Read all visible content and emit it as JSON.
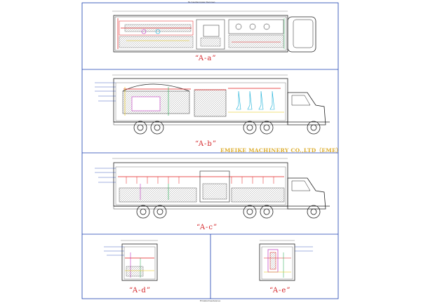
{
  "drawing": {
    "sheet_title": "Fe Cesdisonpaar Deroneo",
    "footer_text": "Emabonhaedvenue",
    "watermark": "EMEIKE MACHINERY CO.,LTD（EME）",
    "views": [
      {
        "id": "a",
        "label": "“A-a”"
      },
      {
        "id": "b",
        "label": "“A-b”"
      },
      {
        "id": "c",
        "label": "“A-c”"
      },
      {
        "id": "d",
        "label": "“A-d”"
      },
      {
        "id": "e",
        "label": "“A-e”"
      }
    ],
    "colors": {
      "frame": "#1a3fb0",
      "outline": "#222222",
      "piping": "#e01a1a",
      "accent_green": "#1aa84a",
      "accent_yellow": "#e6c200",
      "accent_magenta": "#c033c0",
      "accent_cyan": "#1ab0d8",
      "label": "#d4262a"
    }
  }
}
